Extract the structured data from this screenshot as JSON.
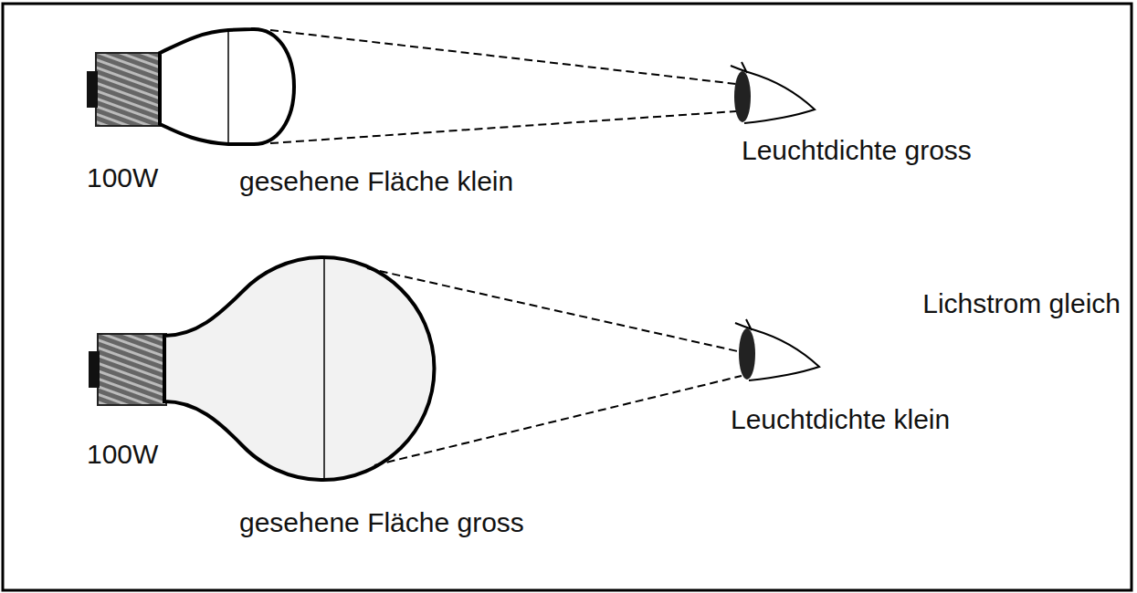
{
  "diagram": {
    "labels": [
      "100W",
      "gesehene Fläche klein",
      "Leuchtdichte gross",
      "Lichstrom gleich",
      "100W",
      "Leuchtdichte klein",
      "gesehene Fläche gross"
    ]
  }
}
